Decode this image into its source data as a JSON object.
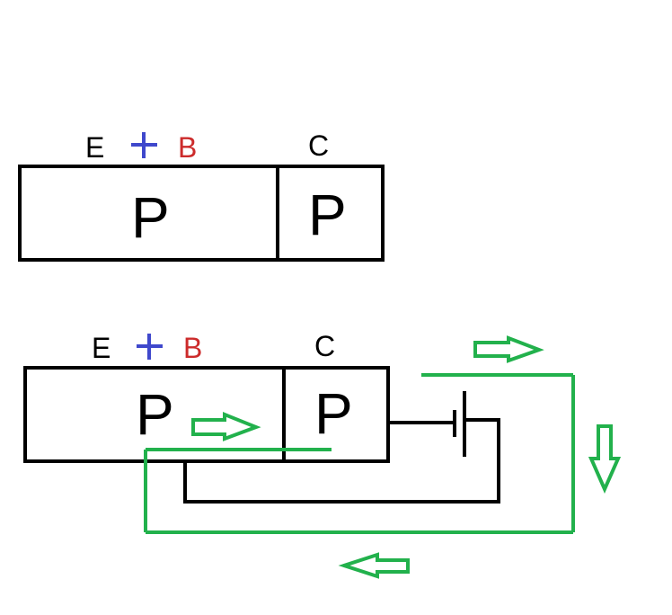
{
  "colors": {
    "emitter_label": "#000000",
    "plus_sign": "#3f48cc",
    "base_label": "#cc2b2b",
    "collector_label": "#000000",
    "region_label": "#000000",
    "outline": "#000000",
    "current_arrow": "#22b14c"
  },
  "top_transistor": {
    "emitter_label": "E",
    "base_label": "B",
    "collector_label": "C",
    "left_region": "P",
    "right_region": "P",
    "plus_icon": "plus-icon"
  },
  "bottom_transistor": {
    "emitter_label": "E",
    "base_label": "B",
    "collector_label": "C",
    "left_region": "P",
    "right_region": "P",
    "plus_icon": "plus-icon"
  },
  "circuit": {
    "battery_icon": "battery-icon",
    "current_arrows": [
      "arrow-right-icon",
      "arrow-right-icon",
      "arrow-down-icon",
      "arrow-left-icon"
    ]
  }
}
